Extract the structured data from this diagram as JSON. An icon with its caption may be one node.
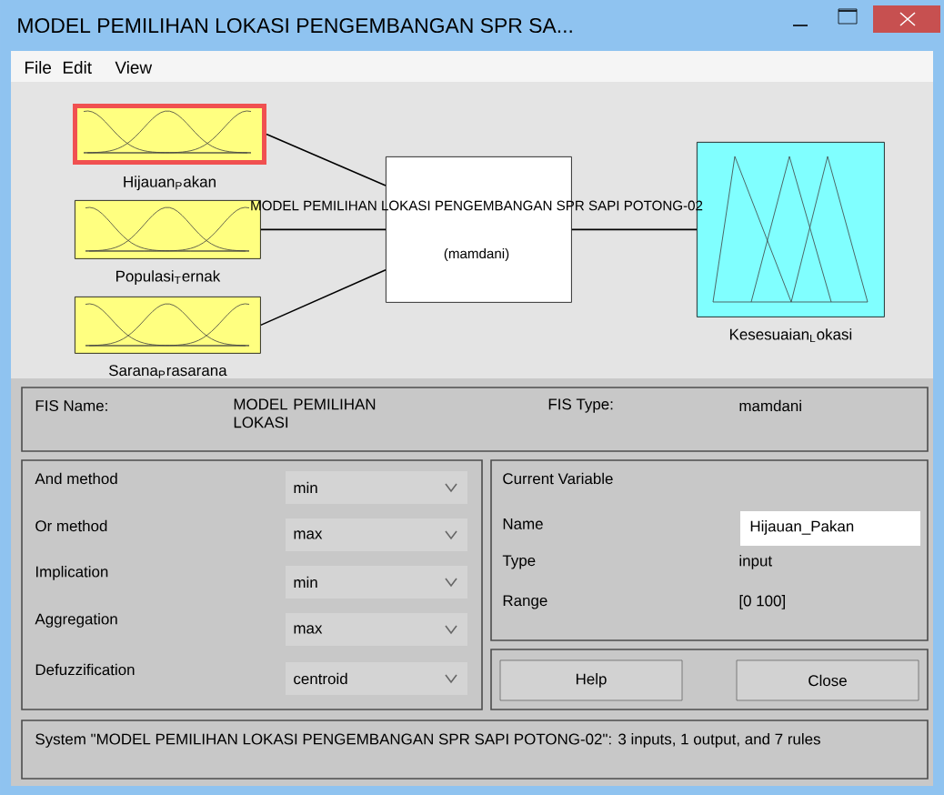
{
  "diagram": {
    "title": "MODEL PEMILIHAN LOKASI PENGEMBANGAN SPR SA...",
    "nodes": [
      {
        "text": [
          "Hijauan$_{P}$akan"
        ]
      },
      {
        "text": [
          "Populasi$_{T}$ernak"
        ]
      },
      {
        "text": [
          "Sarana$_{P}$rasarana"
        ]
      },
      {
        "text": [
          "MODEL PEMILIHAN LOKASI PENGEMBANGAN SPR SAPI POTONG-02",
          "(mamdani)"
        ]
      },
      {
        "text": [
          "Kesesuaian$_{L}$okasi"
        ]
      }
    ],
    "edges": [
      {
        "from": 0,
        "to": 3,
        "arrow": "none"
      },
      {
        "from": 1,
        "to": 3,
        "arrow": "none"
      },
      {
        "from": 2,
        "to": 3,
        "arrow": "none"
      },
      {
        "from": 3,
        "to": 4,
        "arrow": "none"
      }
    ],
    "labels": [
      "File",
      "Edit",
      "View",
      "FIS Name:",
      "MODEL PEMILIHAN LOKASI",
      "FIS Type:",
      "mamdani",
      "And method",
      "min",
      "Or method",
      "max",
      "Implication",
      "min",
      "Aggregation",
      "max",
      "Defuzzification",
      "centroid",
      "Current Variable",
      "Name",
      "Hijauan_Pakan",
      "Type",
      "input",
      "Range",
      "[0 100]",
      "Help",
      "Close",
      "System \"MODEL PEMILIHAN LOKASI PENGEMBANGAN SPR SAPI POTONG-02\": 3 inputs, 1 output, and 7 rules"
    ]
  }
}
